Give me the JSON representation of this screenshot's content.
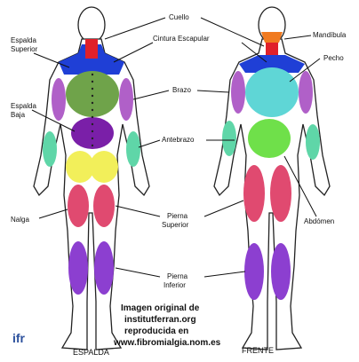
{
  "labels": {
    "cuello": "Cuello",
    "espalda_superior_1": "Espalda",
    "espalda_superior_2": "Superior",
    "cintura_escapular": "Cintura Escapular",
    "mandibula": "Mandíbula",
    "pecho": "Pecho",
    "espalda_baja_1": "Espalda",
    "espalda_baja_2": "Baja",
    "brazo": "Brazo",
    "antebrazo": "Antebrazo",
    "nalga": "Nalga",
    "pierna_superior_1": "Pierna",
    "pierna_superior_2": "Superior",
    "abdomen": "Abdómen",
    "pierna_inferior_1": "Pierna",
    "pierna_inferior_2": "Inferior"
  },
  "credit": {
    "line1": "Imagen original de",
    "line2": "institutferran.org",
    "line3": "reproducida en",
    "line4": "www.fibromialgia.nom.es"
  },
  "logo": "ifr",
  "captions": {
    "back": "ESPALDA",
    "front": "FRENTE"
  },
  "colors": {
    "neck": "#e0202a",
    "jaw": "#f07a20",
    "shoulders": "#1f3fd6",
    "upper_back": "#6fa34a",
    "lower_back": "#7a1fa8",
    "chest": "#5fd6d6",
    "abdomen": "#6fe04a",
    "arm": "#b060c8",
    "forearm": "#5fd6a8",
    "buttock": "#f2ef5a",
    "thigh": "#e04a70",
    "calf": "#8c3fd0"
  }
}
